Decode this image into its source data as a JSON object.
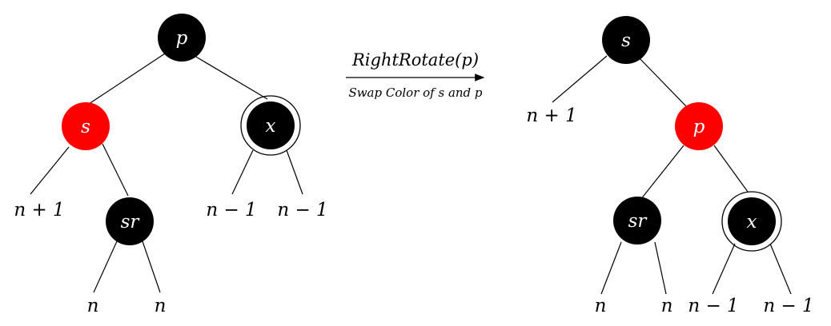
{
  "colors": {
    "black_node": "#000000",
    "red_node": "#ff0000",
    "label": "#ffffff",
    "edge": "#000000"
  },
  "operation": {
    "label": "RightRotate(p)",
    "sublabel": "Swap Color of s and p"
  },
  "before": {
    "nodes": [
      {
        "id": "p",
        "label": "p",
        "color": "black",
        "double": false
      },
      {
        "id": "s",
        "label": "s",
        "color": "red",
        "double": false
      },
      {
        "id": "x",
        "label": "x",
        "color": "black",
        "double": true
      },
      {
        "id": "sr",
        "label": "sr",
        "color": "black",
        "double": false
      }
    ],
    "leaves": [
      {
        "label": "n + 1"
      },
      {
        "label": "n − 1"
      },
      {
        "label": "n − 1"
      },
      {
        "label": "n"
      },
      {
        "label": "n"
      }
    ]
  },
  "after": {
    "nodes": [
      {
        "id": "s",
        "label": "s",
        "color": "black",
        "double": false
      },
      {
        "id": "p",
        "label": "p",
        "color": "red",
        "double": false
      },
      {
        "id": "sr",
        "label": "sr",
        "color": "black",
        "double": false
      },
      {
        "id": "x",
        "label": "x",
        "color": "black",
        "double": true
      }
    ],
    "leaves": [
      {
        "label": "n + 1"
      },
      {
        "label": "n"
      },
      {
        "label": "n"
      },
      {
        "label": "n − 1"
      },
      {
        "label": "n − 1"
      }
    ]
  }
}
